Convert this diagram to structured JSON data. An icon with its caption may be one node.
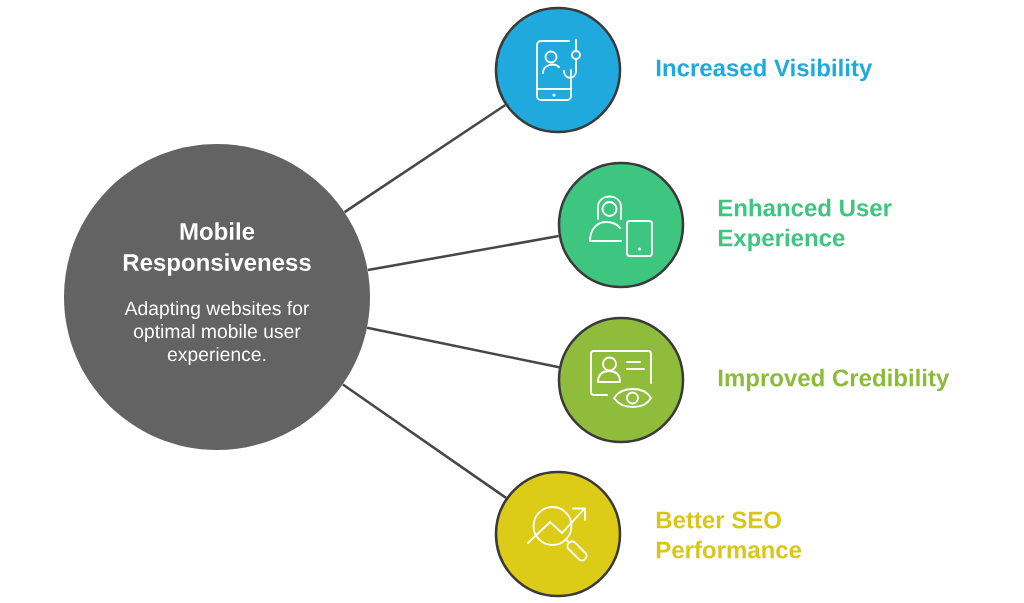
{
  "diagram": {
    "nodes": [
      {
        "text": [
          "Mobile Responsiveness",
          "Adapting websites for optimal mobile user experience."
        ]
      },
      {
        "text": [
          "Increased Visibility"
        ]
      },
      {
        "text": [
          "Enhanced User Experience"
        ]
      },
      {
        "text": [
          "Improved Credibility"
        ]
      },
      {
        "text": [
          "Better SEO Performance"
        ]
      }
    ],
    "edges": [
      {
        "from": 0,
        "to": 1,
        "arrow": "none"
      },
      {
        "from": 0,
        "to": 2,
        "arrow": "none"
      },
      {
        "from": 0,
        "to": 3,
        "arrow": "none"
      },
      {
        "from": 0,
        "to": 4,
        "arrow": "none"
      }
    ]
  }
}
